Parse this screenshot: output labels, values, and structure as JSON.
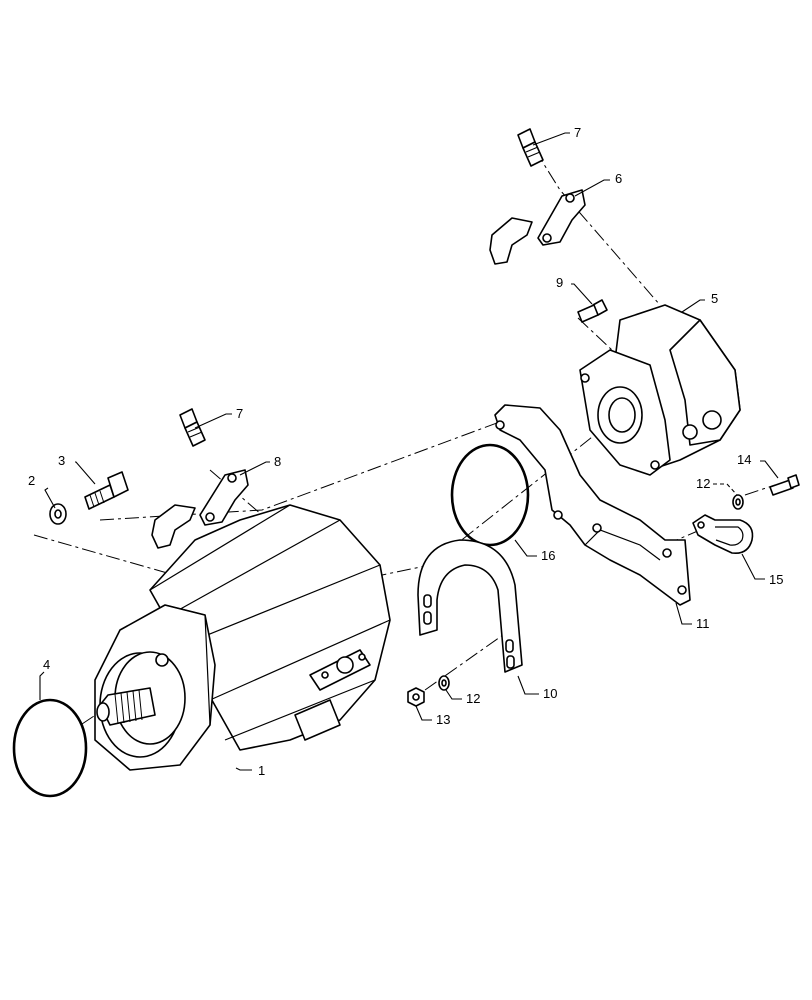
{
  "callouts": {
    "c1": "1",
    "c2": "2",
    "c3": "3",
    "c4": "4",
    "c5": "5",
    "c6": "6",
    "c7a": "7",
    "c7b": "7",
    "c8": "8",
    "c9": "9",
    "c10": "10",
    "c11": "11",
    "c12a": "12",
    "c12b": "12",
    "c13": "13",
    "c14": "14",
    "c15": "15",
    "c16": "16"
  },
  "colors": {
    "line": "#000000",
    "background": "#ffffff"
  }
}
